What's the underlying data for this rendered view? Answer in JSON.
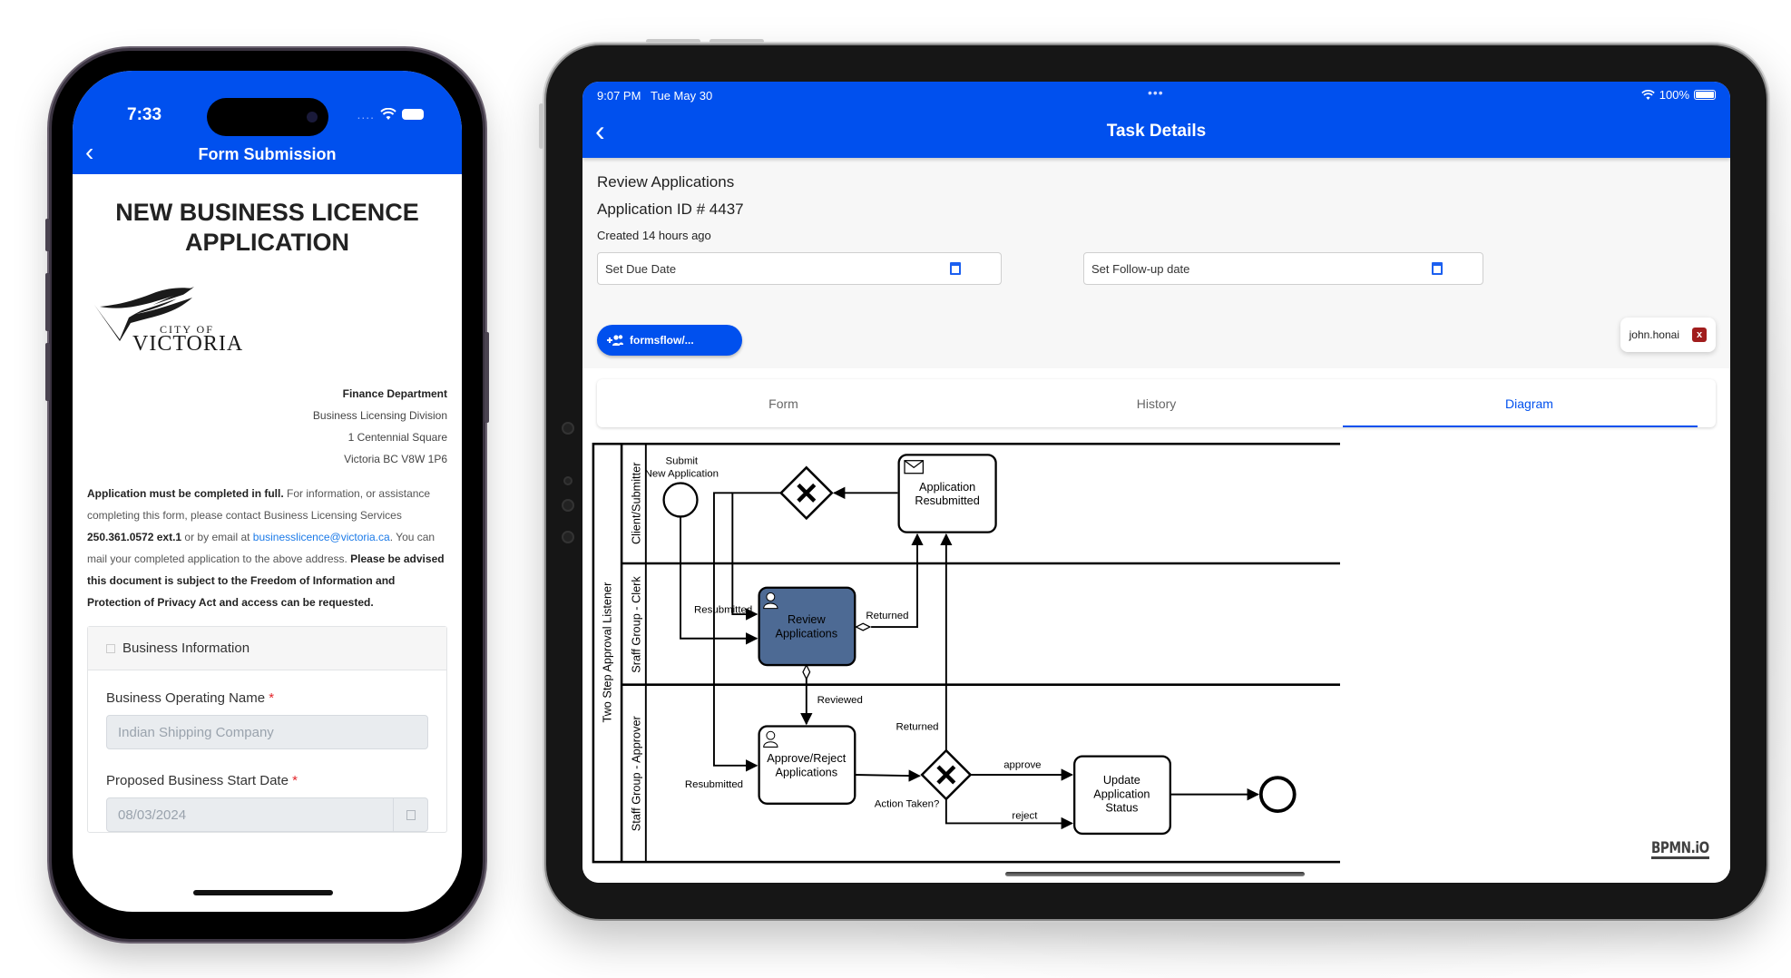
{
  "phone": {
    "status_bar": {
      "time": "7:33",
      "signal_dots": "....",
      "wifi_icon": "wifi-icon",
      "battery_icon": "battery-icon"
    },
    "header": {
      "back_icon": "chevron-left-icon",
      "title": "Form Submission"
    },
    "form": {
      "title_line1": "NEW BUSINESS LICENCE",
      "title_line2": "APPLICATION",
      "logo": {
        "line1": "CITY OF",
        "line2": "VICTORIA"
      },
      "department": {
        "name": "Finance Department",
        "division": "Business Licensing Division",
        "street": "1 Centennial Square",
        "city": "Victoria BC V8W 1P6"
      },
      "notice": {
        "bold1": "Application must be completed in full.",
        "text1": " For information, or assistance completing this form, please contact Business Licensing Services ",
        "phone": "250.361.0572 ext.1",
        "text2": " or by email at ",
        "email": "businesslicence@victoria.ca",
        "text3": ". You can mail your completed application to the above address. ",
        "bold2": "Please be advised this document is subject to the Freedom of Information and Protection of Privacy Act and access can be requested."
      },
      "section": {
        "title": "Business Information"
      },
      "fields": [
        {
          "label": "Business Operating Name",
          "required_mark": "*",
          "value": "Indian Shipping Company"
        },
        {
          "label": "Proposed Business Start Date",
          "required_mark": "*",
          "value": "08/03/2024"
        }
      ]
    }
  },
  "tablet": {
    "status_bar": {
      "time": "9:07 PM",
      "date": "Tue May 30",
      "dots": "•••",
      "battery_pct": "100%"
    },
    "header": {
      "back_icon": "chevron-left-icon",
      "title": "Task Details"
    },
    "task": {
      "name": "Review Applications",
      "application_id": "Application ID # 4437",
      "created": "Created 14 hours ago"
    },
    "due_date": {
      "placeholder": "Set Due Date"
    },
    "followup_date": {
      "placeholder": "Set Follow-up date"
    },
    "group_button": {
      "label": "formsflow/..."
    },
    "assignee": {
      "name": "john.honai",
      "remove": "x"
    },
    "tabs": [
      {
        "label": "Form",
        "active": false
      },
      {
        "label": "History",
        "active": false
      },
      {
        "label": "Diagram",
        "active": true
      }
    ],
    "diagram": {
      "pool_label": "Two Step Approval Listener",
      "lanes": [
        "Client/Submitter",
        "Sraff Group - Clerk",
        "Staff Group - Approver"
      ],
      "nodes": {
        "start_label_1": "Submit",
        "start_label_2": "New Application",
        "resubmitted_task_1": "Application",
        "resubmitted_task_2": "Resubmitted",
        "review_task_1": "Review",
        "review_task_2": "Applications",
        "approve_task_1": "Approve/Reject",
        "approve_task_2": "Applications",
        "update_task_1": "Update",
        "update_task_2": "Application",
        "update_task_3": "Status",
        "gateway_label": "Action Taken?"
      },
      "edges": {
        "resubmitted_clerk": "Resubmitted",
        "returned_clerk": "Returned",
        "reviewed": "Reviewed",
        "returned_approver": "Returned",
        "resubmitted_approver": "Resubmitted",
        "approve": "approve",
        "reject": "reject"
      },
      "watermark": "BPMN.iO"
    }
  }
}
